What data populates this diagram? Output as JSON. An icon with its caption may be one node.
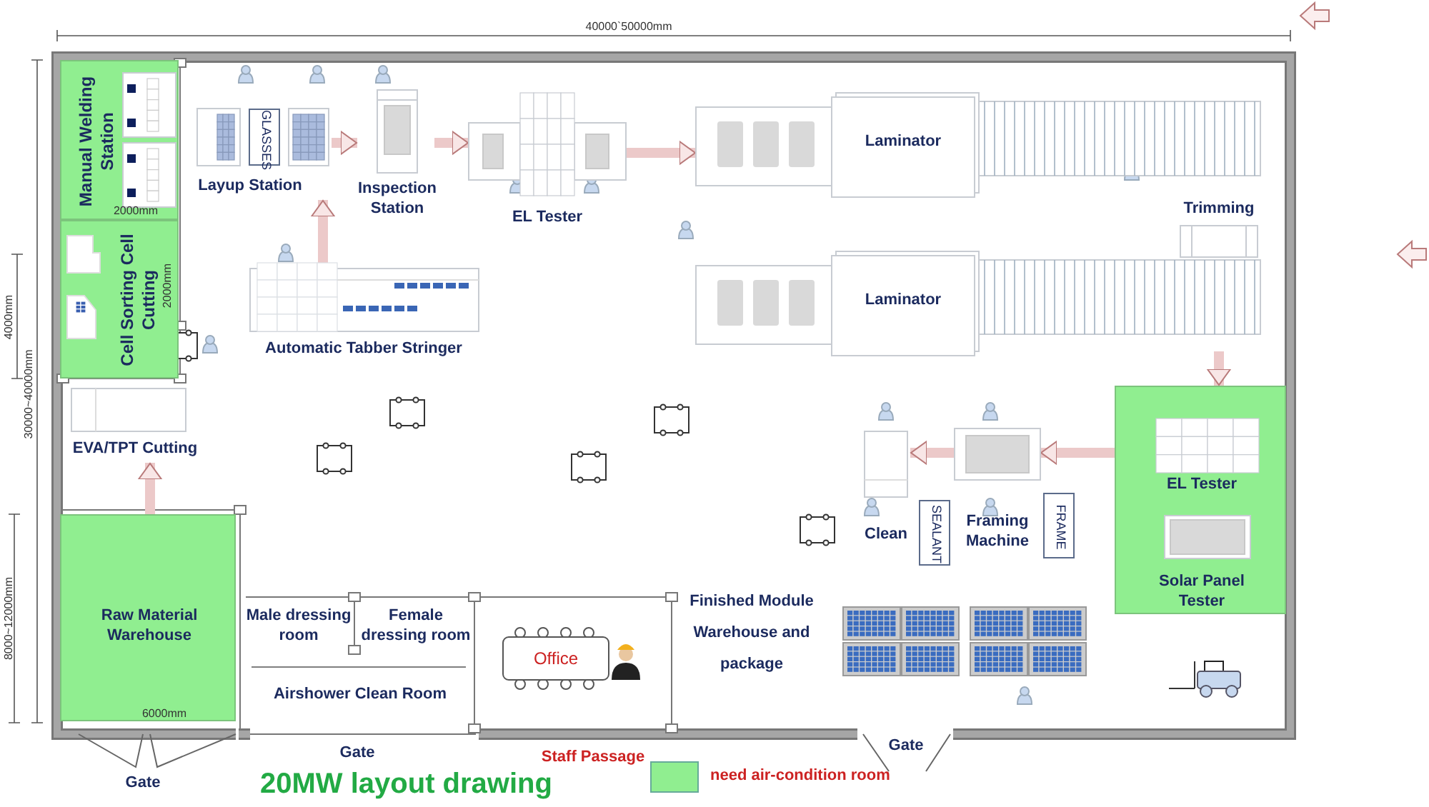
{
  "diagram": {
    "title": "20MW layout drawing",
    "nodes": [
      {
        "text": [
          "Manual Welding Station"
        ]
      },
      {
        "text": [
          "Layup Station"
        ]
      },
      {
        "text": [
          "GLASSES"
        ],
        "in": 1
      },
      {
        "text": [
          "Inspection Station"
        ]
      },
      {
        "text": [
          "EL Tester"
        ]
      },
      {
        "text": [
          "Laminator"
        ]
      },
      {
        "text": [
          "Trimming"
        ]
      },
      {
        "text": [
          "Cell Sorting Cell Cutting"
        ]
      },
      {
        "text": [
          "Automatic Tabber Stringer"
        ]
      },
      {
        "text": [
          "Laminator"
        ]
      },
      {
        "text": [
          "EVA/TPT Cutting"
        ]
      },
      {
        "text": [
          "EL Tester",
          "Solar Panel Tester"
        ]
      },
      {
        "text": [
          "Clean"
        ]
      },
      {
        "text": [
          "Framing Machine"
        ]
      },
      {
        "text": [
          "SEALANT"
        ]
      },
      {
        "text": [
          "FRAME"
        ]
      },
      {
        "text": [
          "Raw Material Warehouse"
        ]
      },
      {
        "text": [
          "Male dressing room"
        ]
      },
      {
        "text": [
          "Female dressing room"
        ]
      },
      {
        "text": [
          "Office"
        ]
      },
      {
        "text": [
          "Finished Module Warehouse and package"
        ]
      },
      {
        "text": [
          "Airshower Clean Room"
        ]
      }
    ],
    "edges": [
      {
        "from": 1,
        "to": 3,
        "arrow": "to"
      },
      {
        "from": 3,
        "to": 4,
        "arrow": "to"
      },
      {
        "from": 4,
        "to": 5,
        "arrow": "to"
      },
      {
        "from": 8,
        "to": 1,
        "arrow": "to"
      },
      {
        "from": 9,
        "to": 11,
        "arrow": "to"
      },
      {
        "from": 11,
        "to": 13,
        "arrow": "to"
      },
      {
        "from": 13,
        "to": 12,
        "arrow": "to"
      },
      {
        "from": 16,
        "to": 10,
        "arrow": "to"
      }
    ],
    "labels": [
      "40000`50000mm",
      "2000mm",
      "2000mm",
      "4000mm",
      "30000~40000mm",
      "8000~12000mm",
      "6000mm",
      "Gate",
      "Gate",
      "Staff Passage",
      "Gate"
    ],
    "legend": [
      {
        "text": "need air-condition room",
        "color": "#90ee90"
      }
    ]
  }
}
